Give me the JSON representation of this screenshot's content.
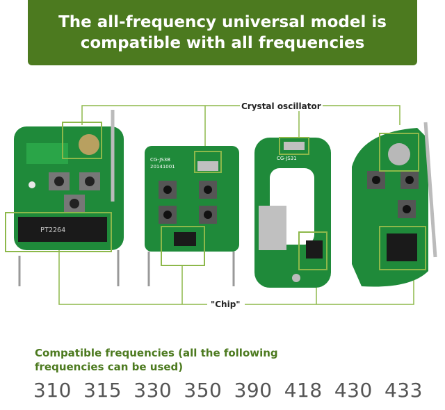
{
  "banner": {
    "line1": "The all-frequency universal model is",
    "line2": "compatible with all frequencies"
  },
  "callouts": {
    "crystal": "Crystal oscillator",
    "chip": "\"Chip\""
  },
  "chip_markings": {
    "board1_ic": "PT2264",
    "board2_top": "CG-JS3B",
    "board2_date": "20141001",
    "board3_side": "CG-JS31"
  },
  "caption": {
    "text": "Compatible frequencies (all the following frequencies can be used)"
  },
  "frequencies": [
    "310",
    "315",
    "330",
    "350",
    "390",
    "418",
    "430",
    "433"
  ],
  "colors": {
    "banner_bg": "#4c7a1f",
    "pcb_green": "#1f8a3a",
    "callout_box": "#8db84a",
    "caption_text": "#4c7a1f"
  }
}
